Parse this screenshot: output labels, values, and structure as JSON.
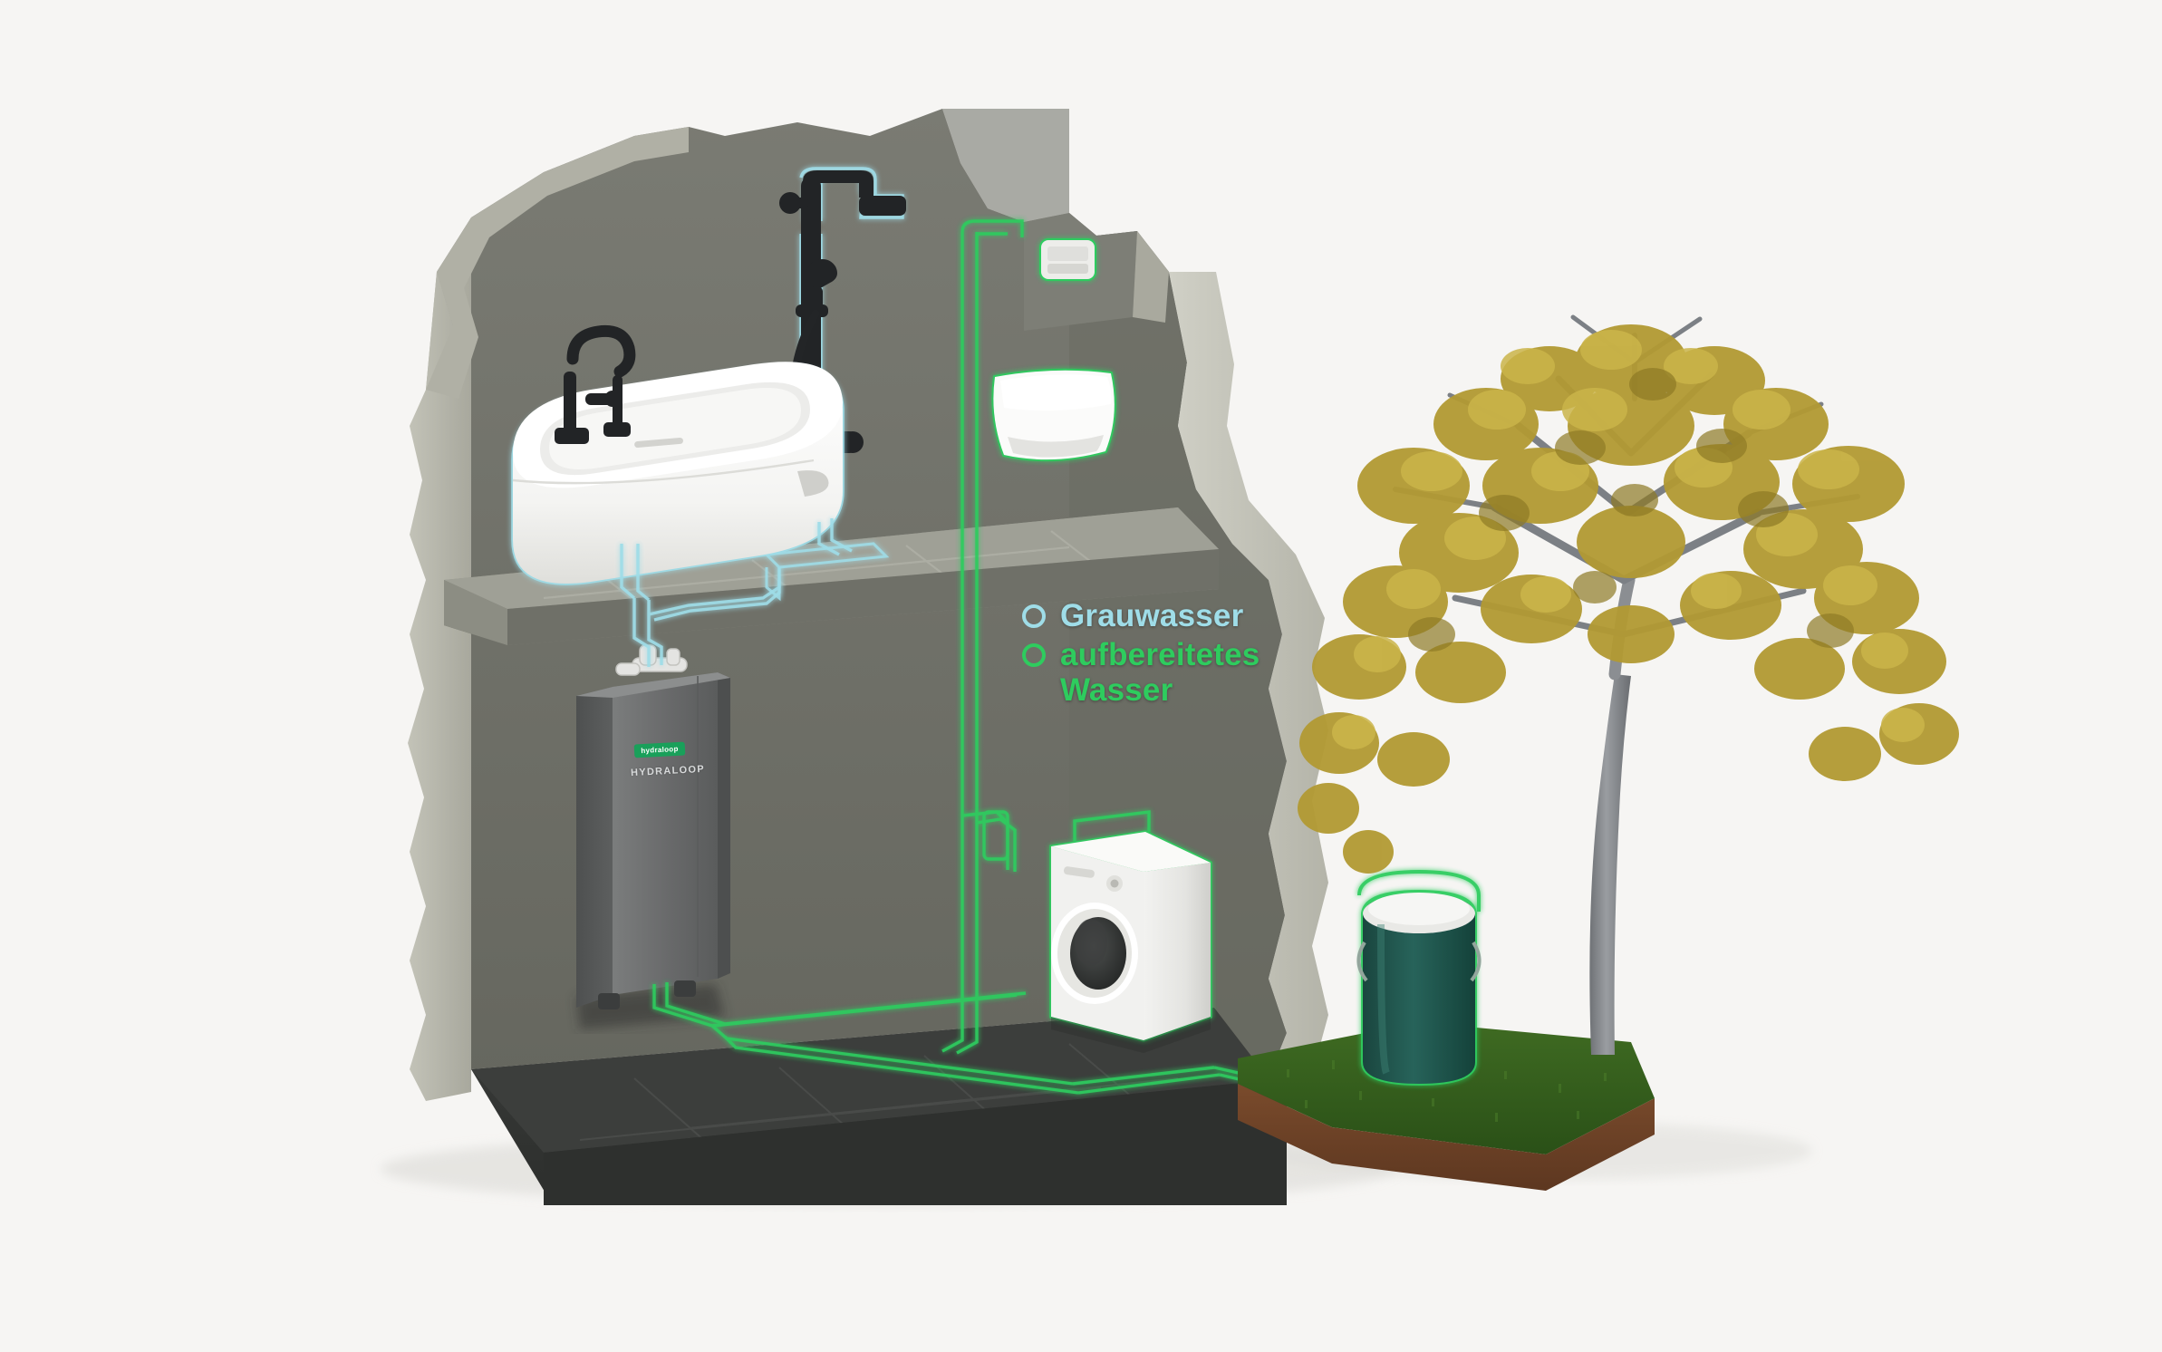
{
  "scene": {
    "title": "Grauwasser-Recycling im Haus",
    "background_color": "#f6f5f3"
  },
  "legend": {
    "items": [
      {
        "label": "Grauwasser",
        "color": "#9fdde8",
        "marker": "circle-outline-icon"
      },
      {
        "label": "aufbereitetes Wasser",
        "color": "#2ecc5e",
        "marker": "circle-outline-icon"
      }
    ]
  },
  "device": {
    "name": "HYDRALOOP",
    "brand_badge": "hydraloop",
    "badge_color": "#19a05a",
    "body_color": "#6d6f6f",
    "label_color": "#d8dadb"
  },
  "fixtures": {
    "bathtub": {
      "name": "Badewanne",
      "flow": "Grauwasser",
      "outline": "#9fdde8"
    },
    "shower": {
      "name": "Dusche",
      "flow": "Grauwasser",
      "outline": "#9fdde8"
    },
    "faucet": {
      "name": "Armatur",
      "color": "#222426"
    },
    "toilet": {
      "name": "WC",
      "flow": "aufbereitetes Wasser",
      "outline": "#2ecc5e"
    },
    "flush_plate": {
      "name": "Spuelplatte",
      "flow": "aufbereitetes Wasser",
      "outline": "#2ecc5e"
    },
    "washing_machine": {
      "name": "Waschmaschine",
      "flow": "aufbereitetes Wasser",
      "outline": "#2ecc5e"
    },
    "rain_barrel": {
      "name": "Regentonne",
      "flow": "aufbereitetes Wasser",
      "outline": "#2ecc5e",
      "body_color": "#20584f",
      "lid_color": "#e9e9e6"
    }
  },
  "environment": {
    "tree": {
      "name": "Baum",
      "foliage_color": "#b09531",
      "trunk_color": "#8d9093"
    },
    "lawn": {
      "name": "Rasen",
      "grass_color": "#2f5a1c",
      "soil_color": "#6b4128"
    },
    "wall": {
      "color": "#6f7069",
      "cut_edge_color": "#b9b9ae"
    },
    "floor_upper": {
      "color": "#7c7e75"
    },
    "floor_lower": {
      "color": "#343634"
    }
  },
  "pipes": {
    "grey_water_color": "#9fdde8",
    "treated_water_color": "#2ecc5e"
  }
}
